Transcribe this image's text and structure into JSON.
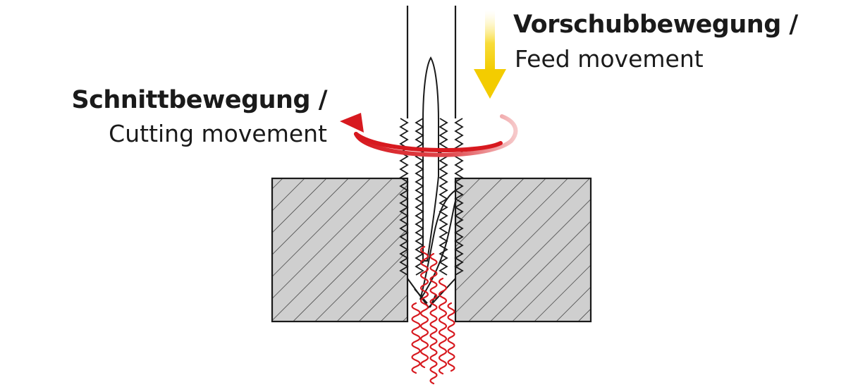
{
  "labels": {
    "feed_title": "Vorschubbewegung /",
    "feed_subtitle": "Feed movement",
    "cut_title": "Schnittbewegung /",
    "cut_subtitle": "Cutting movement"
  },
  "colors": {
    "cutting_arrow": "#d7191f",
    "feed_arrow": "#f3cc00",
    "chips": "#d7191f",
    "workpiece_fill": "#cfcfcf",
    "outline": "#1a1a1a"
  },
  "icons": {
    "feed_arrow": "down-arrow-icon",
    "cutting_arrow": "rotation-arrow-icon"
  }
}
